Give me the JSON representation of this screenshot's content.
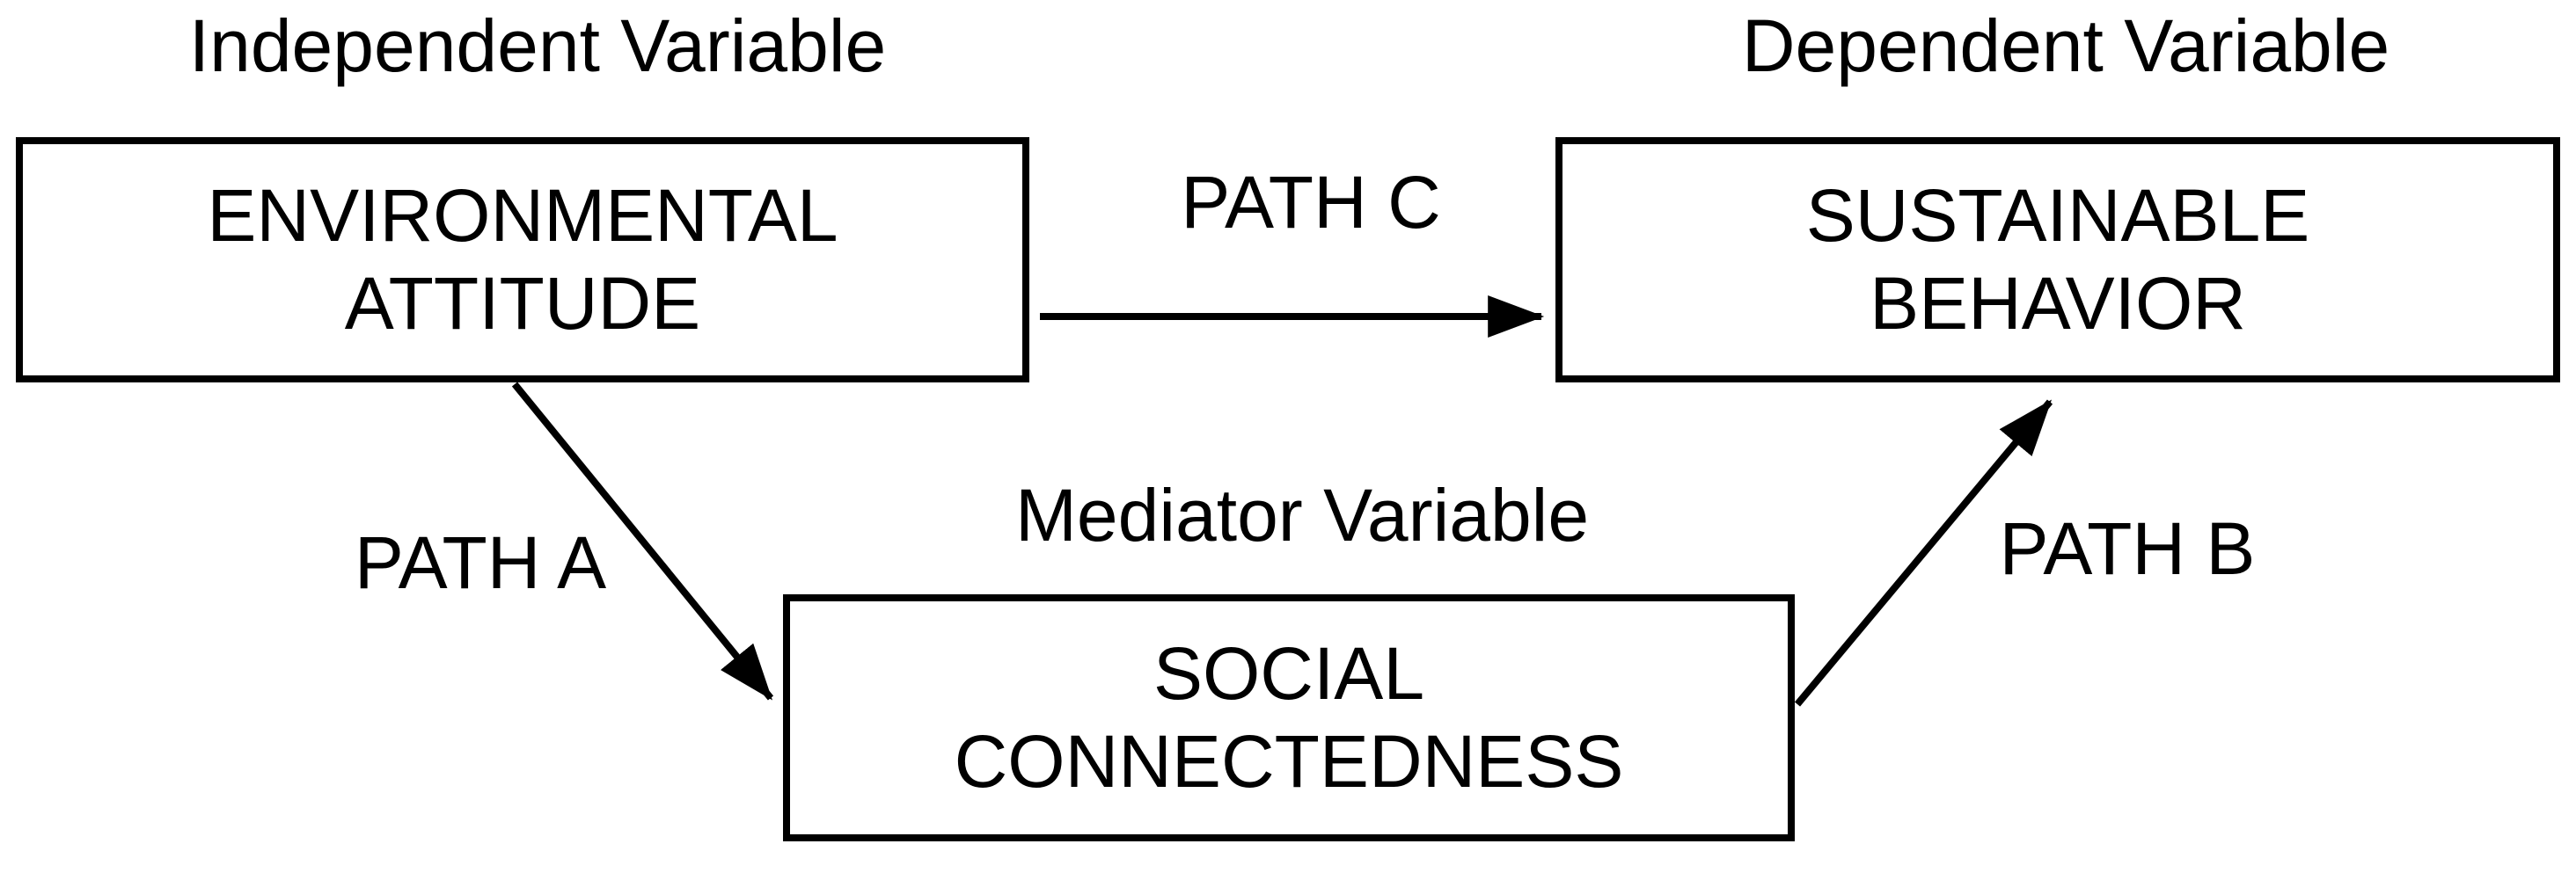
{
  "diagram": {
    "background_color": "#ffffff",
    "stroke_color": "#000000",
    "nodes": {
      "independent": {
        "role_label": "Independent Variable",
        "box_label_line1": "ENVIRONMENTAL",
        "box_label_line2": "ATTITUDE"
      },
      "dependent": {
        "role_label": "Dependent Variable",
        "box_label_line1": "SUSTAINABLE",
        "box_label_line2": "BEHAVIOR"
      },
      "mediator": {
        "role_label": "Mediator Variable",
        "box_label_line1": "SOCIAL",
        "box_label_line2": "CONNECTEDNESS"
      }
    },
    "paths": {
      "a": {
        "label": "PATH A",
        "from": "independent",
        "to": "mediator"
      },
      "b": {
        "label": "PATH B",
        "from": "mediator",
        "to": "dependent"
      },
      "c": {
        "label": "PATH C",
        "from": "independent",
        "to": "dependent"
      }
    }
  }
}
